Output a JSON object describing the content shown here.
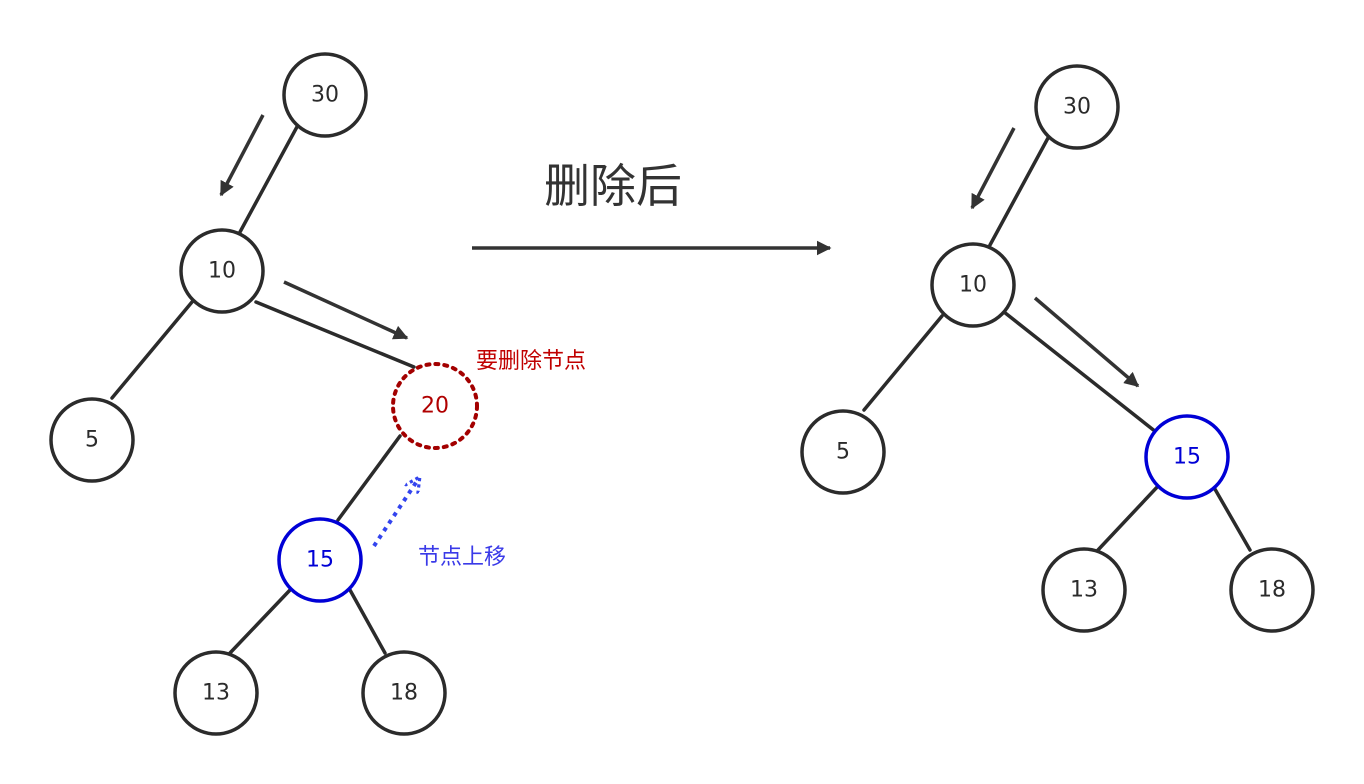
{
  "title": "删除后",
  "annotations": {
    "delete_node": "要删除节点",
    "move_up": "节点上移"
  },
  "colors": {
    "normal": "#2b2b2b",
    "deleted": "#b00000",
    "moved": "#0000d6",
    "dotted_arrow": "#3344ee"
  },
  "before_tree": {
    "nodes": [
      {
        "id": "30",
        "label": "30",
        "state": "normal"
      },
      {
        "id": "10",
        "label": "10",
        "state": "normal"
      },
      {
        "id": "5",
        "label": "5",
        "state": "normal"
      },
      {
        "id": "20",
        "label": "20",
        "state": "deleted"
      },
      {
        "id": "15",
        "label": "15",
        "state": "moved"
      },
      {
        "id": "13",
        "label": "13",
        "state": "normal"
      },
      {
        "id": "18",
        "label": "18",
        "state": "normal"
      }
    ],
    "edges": [
      [
        "30",
        "10"
      ],
      [
        "10",
        "5"
      ],
      [
        "10",
        "20"
      ],
      [
        "20",
        "15"
      ],
      [
        "15",
        "13"
      ],
      [
        "15",
        "18"
      ]
    ]
  },
  "after_tree": {
    "nodes": [
      {
        "id": "30",
        "label": "30",
        "state": "normal"
      },
      {
        "id": "10",
        "label": "10",
        "state": "normal"
      },
      {
        "id": "5",
        "label": "5",
        "state": "normal"
      },
      {
        "id": "15",
        "label": "15",
        "state": "moved"
      },
      {
        "id": "13",
        "label": "13",
        "state": "normal"
      },
      {
        "id": "18",
        "label": "18",
        "state": "normal"
      }
    ],
    "edges": [
      [
        "30",
        "10"
      ],
      [
        "10",
        "5"
      ],
      [
        "10",
        "15"
      ],
      [
        "15",
        "13"
      ],
      [
        "15",
        "18"
      ]
    ]
  }
}
